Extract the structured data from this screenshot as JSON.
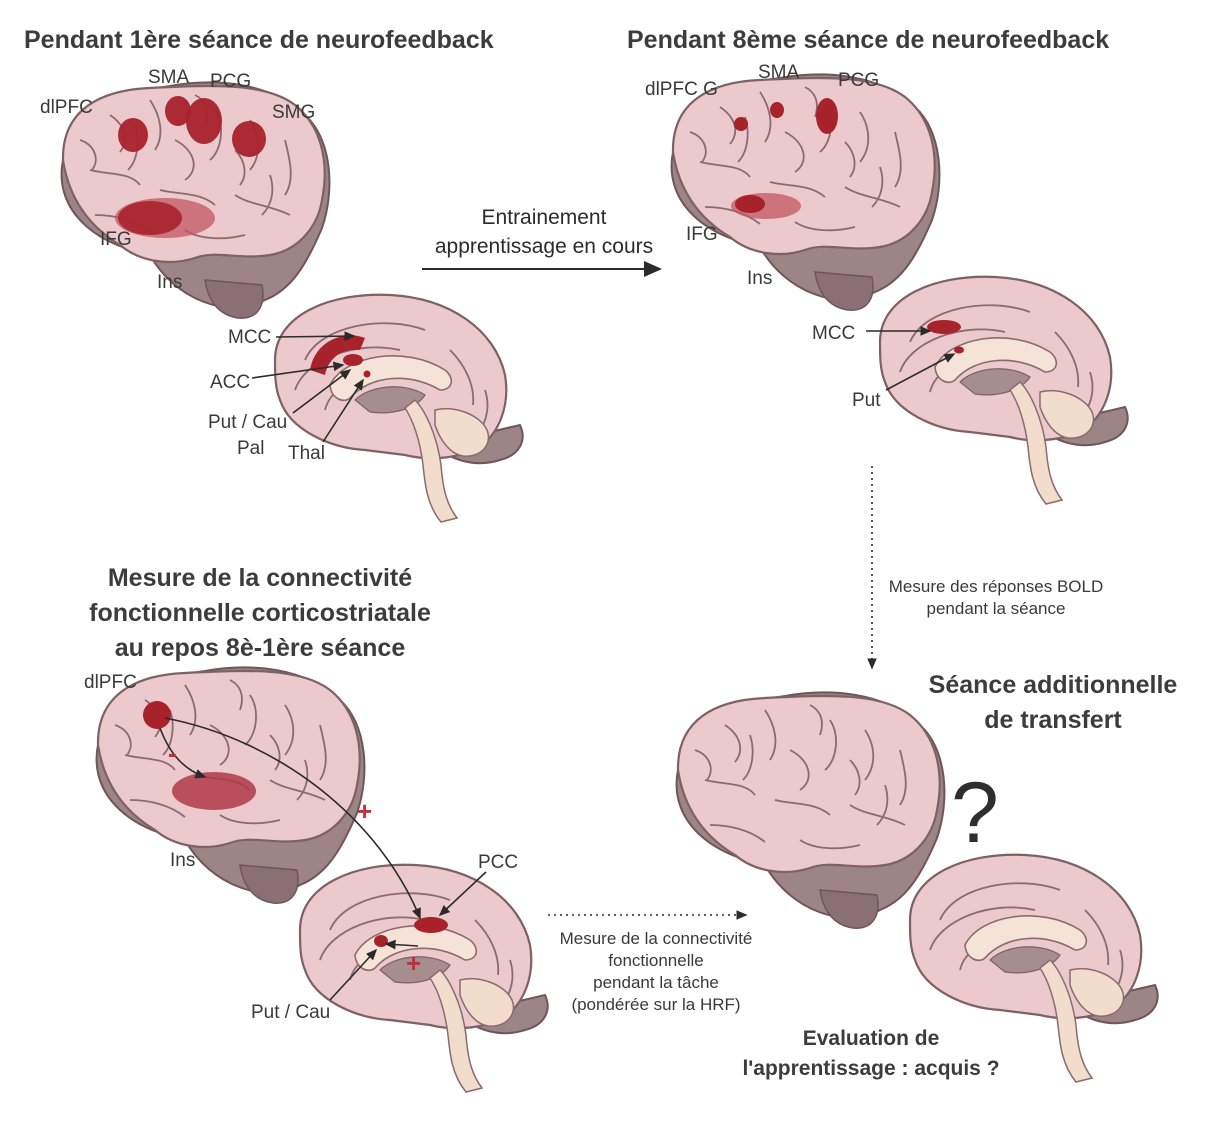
{
  "titles": {
    "session1": "Pendant 1ère séance de neurofeedback",
    "session8": "Pendant 8ème séance de neurofeedback",
    "connectivity_line1": "Mesure de la connectivité",
    "connectivity_line2": "fonctionnelle corticostriatale",
    "connectivity_line3": "au repos 8è-1ère séance",
    "transfer_line1": "Séance additionnelle",
    "transfer_line2": "de transfert"
  },
  "session1_labels": {
    "dlpfc": "dlPFC",
    "sma": "SMA",
    "pcg": "PCG",
    "smg": "SMG",
    "ifg": "IFG",
    "ins": "Ins",
    "mcc": "MCC",
    "acc": "ACC",
    "put_cau": "Put / Cau",
    "pal": "Pal",
    "thal": "Thal"
  },
  "session8_labels": {
    "dlpfc_g": "dlPFC G",
    "sma": "SMA",
    "pcg": "PCG",
    "ifg": "IFG",
    "ins": "Ins",
    "mcc": "MCC",
    "put": "Put"
  },
  "connectivity_labels": {
    "dlpfc": "dlPFC",
    "ins": "Ins",
    "pcc": "PCC",
    "put_cau": "Put / Cau",
    "minus": "-",
    "plus1": "+",
    "plus2": "+"
  },
  "arrows": {
    "training_line1": "Entrainement",
    "training_line2": "apprentissage en cours",
    "bold_line1": "Mesure des réponses BOLD",
    "bold_line2": "pendant la séance",
    "task_line1": "Mesure de la connectivité",
    "task_line2": "fonctionnelle",
    "task_line3": "pendant la tâche",
    "task_line4": "(pondérée sur la HRF)"
  },
  "evaluation": {
    "line1": "Evaluation de",
    "line2": "l'apprentissage : acquis ?",
    "question_mark": "?"
  },
  "colors": {
    "brain_fill": "#ebc9cc",
    "brain_stroke": "#7d6166",
    "brainstem": "#f2dccb",
    "cerebellum": "#9c8487",
    "activation_dark": "#a8222b",
    "activation_light": "#c25560",
    "sign_red": "#c0303a"
  }
}
